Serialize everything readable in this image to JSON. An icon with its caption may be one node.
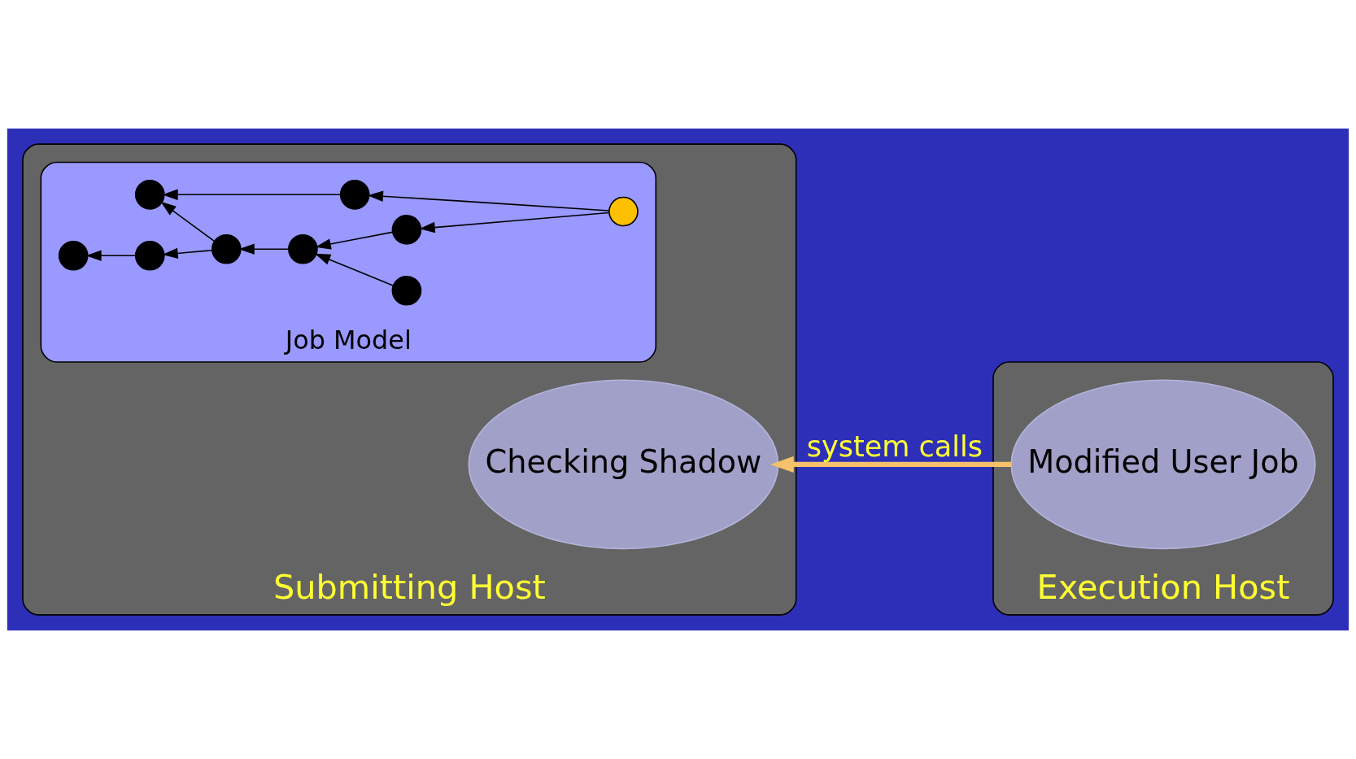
{
  "diagram": {
    "nodes": [
      {
        "text": [
          "Submitting Host"
        ]
      },
      {
        "text": [
          "Checking Shadow"
        ],
        "in": 0
      },
      {
        "text": [
          "Job Model"
        ],
        "in": 0
      },
      {
        "text": [],
        "shape": "circle",
        "in": 2
      },
      {
        "text": [],
        "shape": "circle",
        "in": 2
      },
      {
        "text": [],
        "shape": "circle",
        "in": 2
      },
      {
        "text": [],
        "shape": "circle",
        "in": 2
      },
      {
        "text": [],
        "shape": "circle",
        "in": 2
      },
      {
        "text": [],
        "shape": "circle",
        "in": 2
      },
      {
        "text": [],
        "shape": "circle",
        "in": 2
      },
      {
        "text": [],
        "shape": "circle",
        "in": 2
      },
      {
        "text": [],
        "shape": "circle",
        "in": 2
      },
      {
        "text": [
          "Execution Host"
        ]
      },
      {
        "text": [
          "Modified User Job"
        ],
        "in": 12
      }
    ],
    "edges": [
      {
        "from": 13,
        "to": 1,
        "arrow": "to",
        "label": "system calls",
        "style": "thick",
        "color": "#f5c26b"
      },
      {
        "from": 3,
        "to": 5,
        "arrow": "to"
      },
      {
        "from": 3,
        "to": 6,
        "arrow": "to"
      },
      {
        "from": 6,
        "to": 7,
        "arrow": "to"
      },
      {
        "from": 4,
        "to": 7,
        "arrow": "to"
      },
      {
        "from": 7,
        "to": 10,
        "arrow": "to"
      },
      {
        "from": 10,
        "to": 8,
        "arrow": "to"
      },
      {
        "from": 8,
        "to": 11,
        "arrow": "to"
      },
      {
        "from": 10,
        "to": 9,
        "arrow": "to"
      },
      {
        "from": 5,
        "to": 9,
        "arrow": "to"
      }
    ]
  }
}
